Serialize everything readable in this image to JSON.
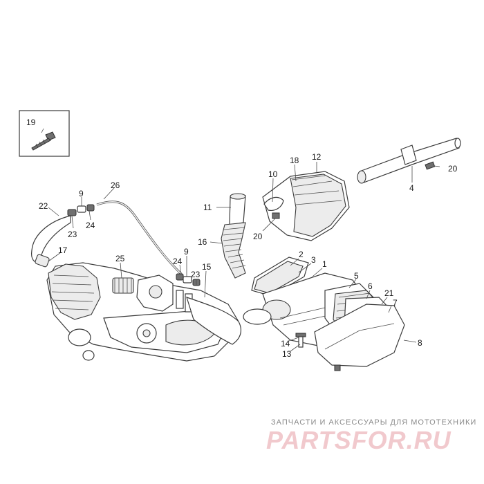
{
  "diagram": {
    "callouts": [
      "19",
      "26",
      "9",
      "22",
      "24",
      "23",
      "17",
      "25",
      "24",
      "9",
      "23",
      "15",
      "16",
      "11",
      "10",
      "18",
      "12",
      "20",
      "4",
      "20",
      "2",
      "3",
      "1",
      "5",
      "6",
      "21",
      "7",
      "8",
      "14",
      "13"
    ]
  },
  "watermark": {
    "tagline": "ЗАПЧАСТИ И АКСЕССУАРЫ ДЛЯ МОТОТЕХНИКИ",
    "logo": "PARTSFOR.RU",
    "logo_color": "#f1c9cd"
  }
}
